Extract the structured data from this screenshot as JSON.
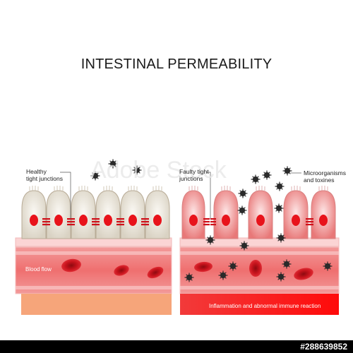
{
  "title": "INTESTINAL PERMEABILITY",
  "labels": {
    "healthy": "Healthy\ntight junctions",
    "faulty": "Faulty tight\njunctions",
    "microorganisms": "Microorganisms\nand toxines",
    "blood_flow": "Blood flow",
    "inflammation": "Inflammation and abnormal immune reaction"
  },
  "watermark": "Adobe Stock",
  "stock_id": "#288639852",
  "colors": {
    "healthy_cell": "#efeae0",
    "unhealthy_cell": "#f4a0a0",
    "nucleus": "#e8131b",
    "vessel": "#f07a7a",
    "blood_cell": "#c0101a",
    "pathogen": "#2a2a2a",
    "tissue_healthy": "#f6a57a",
    "tissue_inflamed": "#f01a1a"
  },
  "icons": [
    "pathogen-icon",
    "red-blood-cell-icon",
    "nucleus-icon",
    "tight-junction-icon"
  ]
}
